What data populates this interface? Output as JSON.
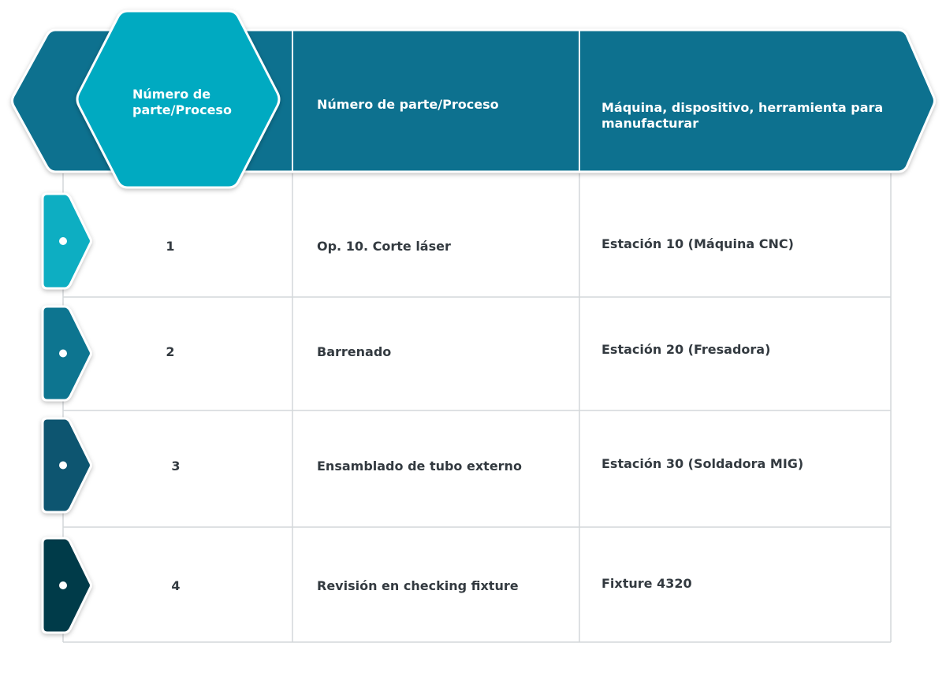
{
  "header": {
    "hex_label": "Número de parte/Proceso",
    "col2": "Número de parte/Proceso",
    "col3": "Máquina, dispositivo, herramienta para manufacturar"
  },
  "rows": [
    {
      "num": "1",
      "process": "Op. 10. Corte láser",
      "machine": "Estación 10 (Máquina CNC)",
      "tab_color": "#0aaec2"
    },
    {
      "num": "2",
      "process": "Barrenado",
      "machine": "Estación 20 (Fresadora)",
      "tab_color": "#0a7590"
    },
    {
      "num": "3",
      "process": "Ensamblado de tubo externo",
      "machine": "Estación 30 (Soldadora MIG)",
      "tab_color": "#0b5470"
    },
    {
      "num": "4",
      "process": "Revisión en checking fixture",
      "machine": "Fixture 4320",
      "tab_color": "#063a4a"
    }
  ],
  "colors": {
    "header_band": "#07718f",
    "hex": "#04aac1",
    "grid": "#d4d7da",
    "text": "#333a40"
  }
}
